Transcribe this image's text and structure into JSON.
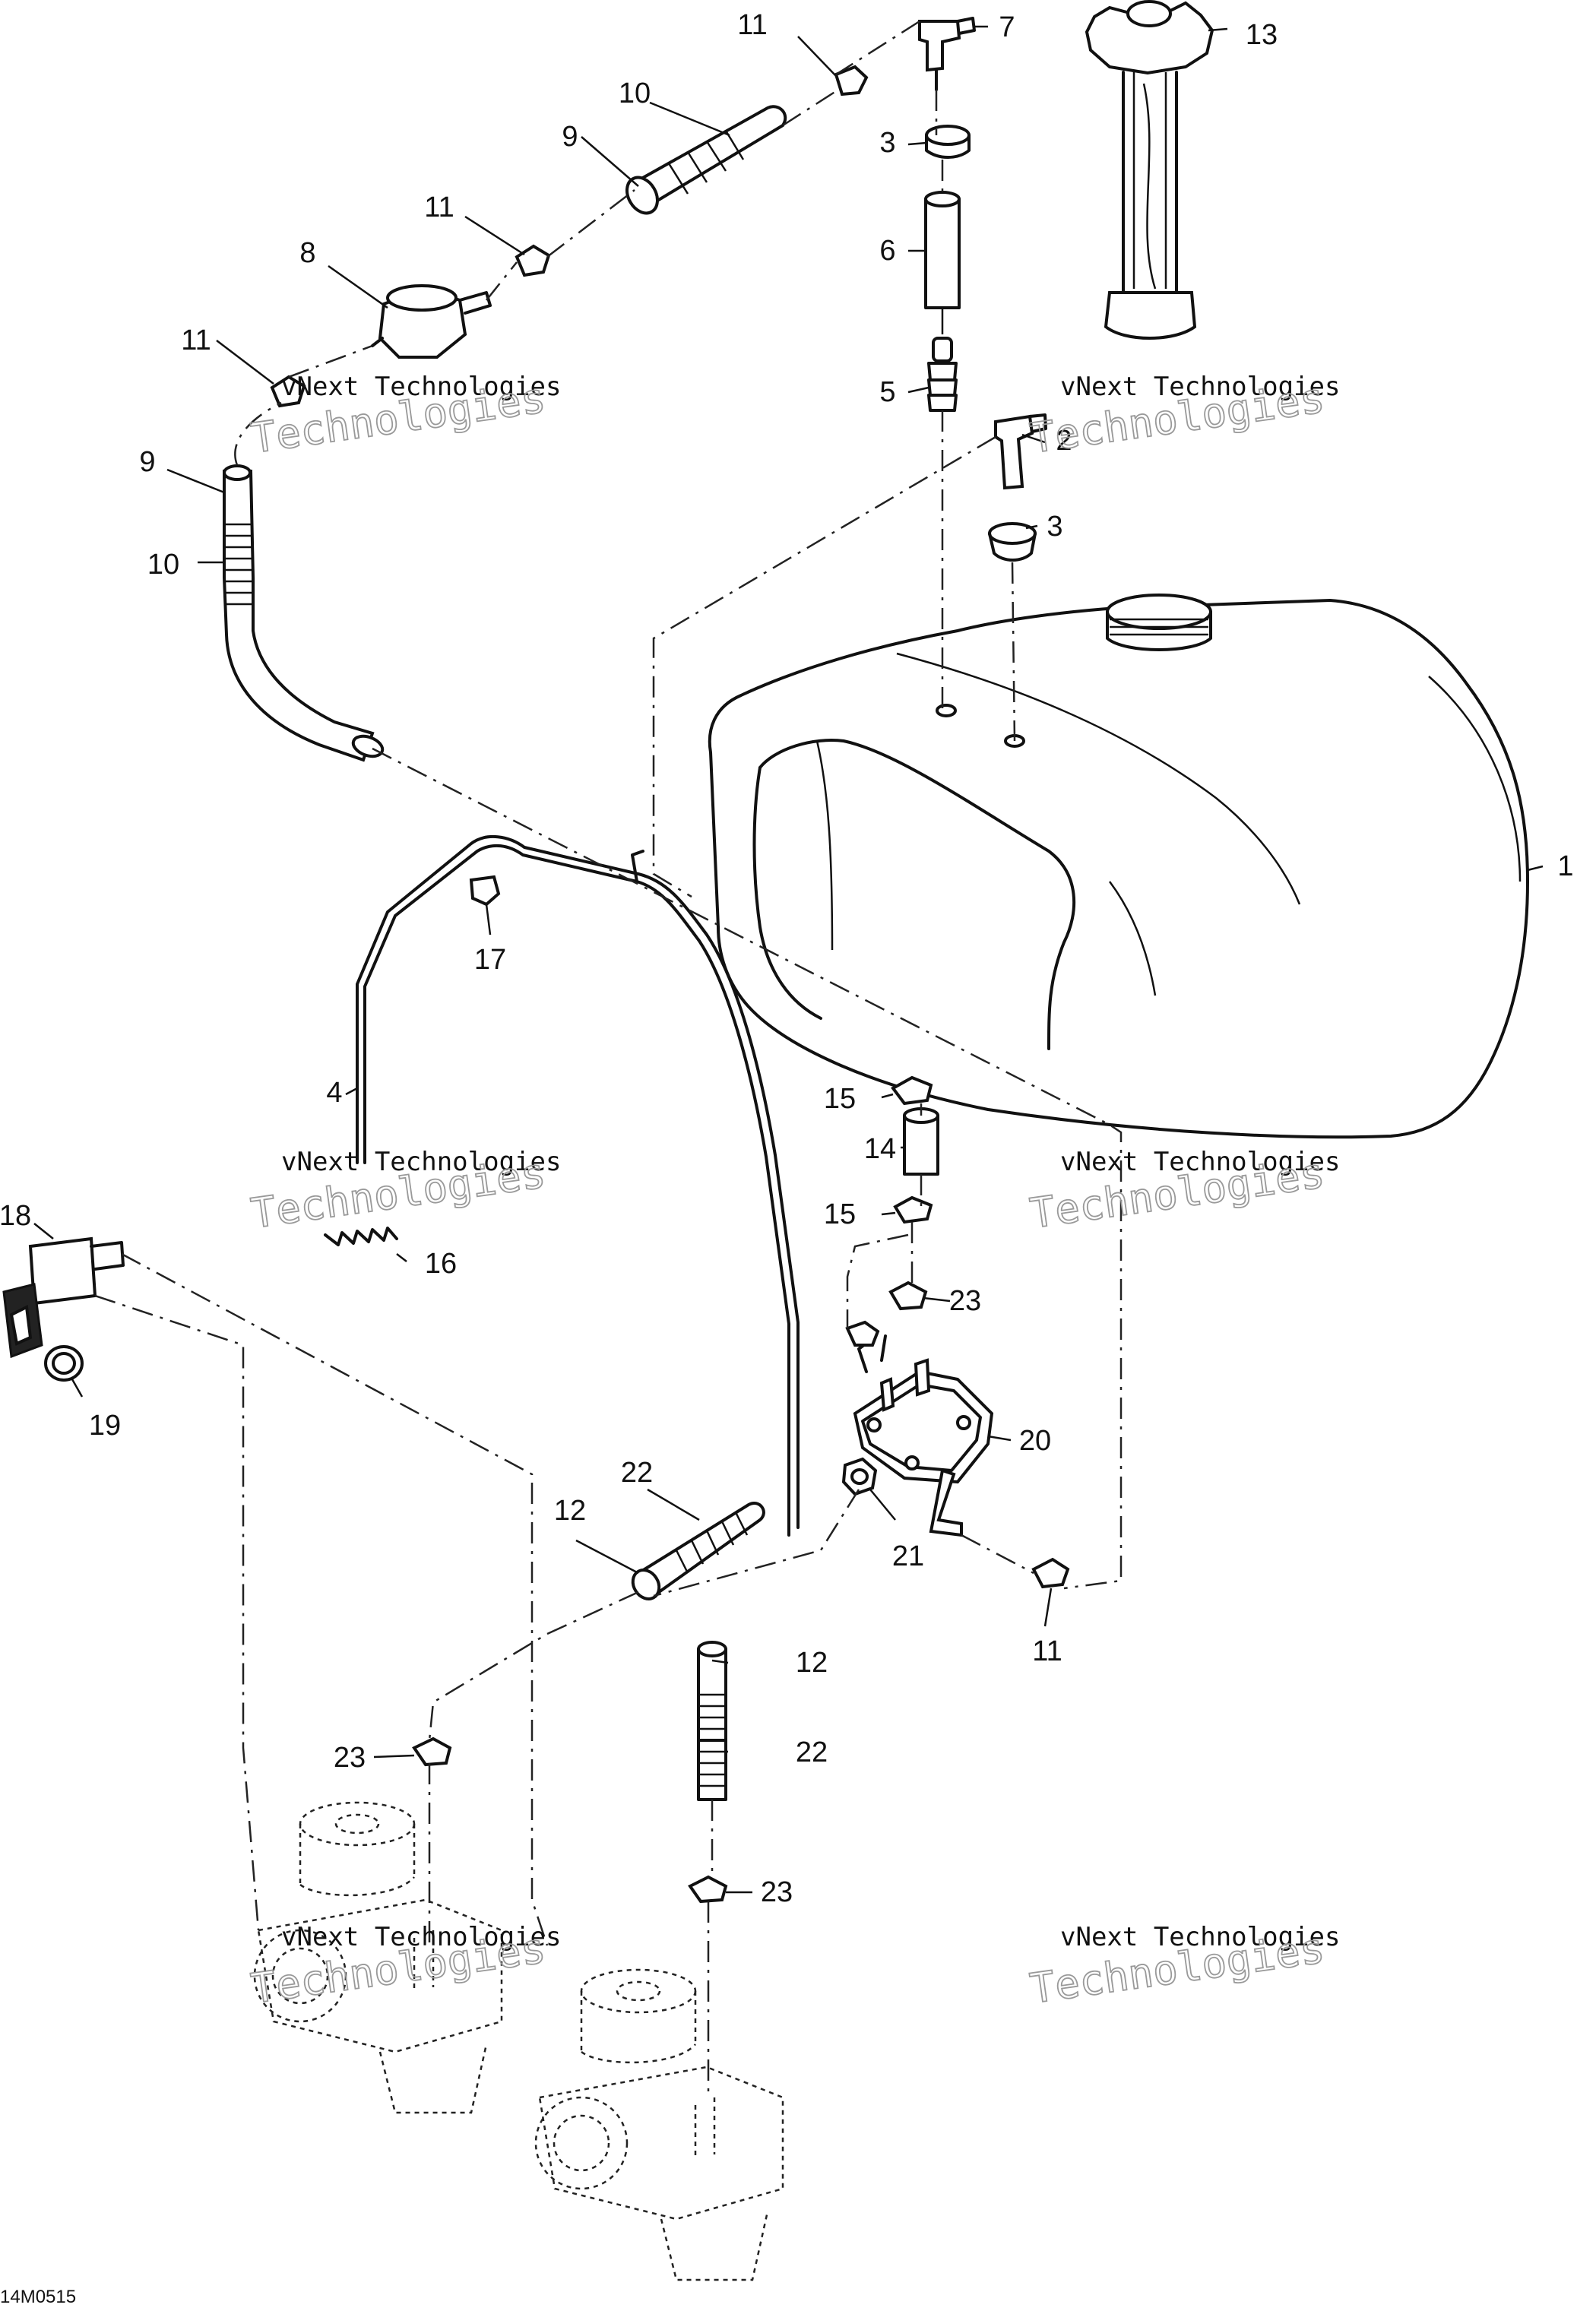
{
  "diagram": {
    "drawing_code": "14M0515",
    "callouts": {
      "c1": "1",
      "c2": "2",
      "c3a": "3",
      "c3b": "3",
      "c4": "4",
      "c5": "5",
      "c6": "6",
      "c7": "7",
      "c8": "8",
      "c9a": "9",
      "c9b": "9",
      "c10a": "10",
      "c10b": "10",
      "c11a": "11",
      "c11b": "11",
      "c11c": "11",
      "c11d": "11",
      "c12a": "12",
      "c12b": "12",
      "c13": "13",
      "c14": "14",
      "c15a": "15",
      "c15b": "15",
      "c16": "16",
      "c17": "17",
      "c18": "18",
      "c19": "19",
      "c20": "20",
      "c21": "21",
      "c22a": "22",
      "c22b": "22",
      "c23a": "23",
      "c23b": "23",
      "c23c": "23"
    },
    "watermark": {
      "company": "vNext Technologies",
      "word": "Technologies"
    }
  }
}
